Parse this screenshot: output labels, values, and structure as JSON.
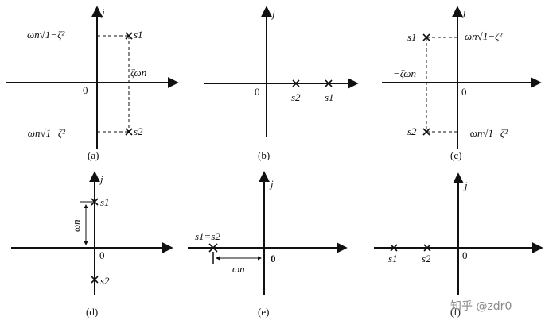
{
  "axis": {
    "imag_label": "j",
    "origin": "0"
  },
  "panel_a": {
    "caption": "(a)",
    "s1": "s1",
    "s2": "s2",
    "top_label": "ωn√1−ζ²",
    "bottom_label": "−ωn√1−ζ²",
    "real_label": "ζωn"
  },
  "panel_b": {
    "caption": "(b)",
    "s1": "s1",
    "s2": "s2"
  },
  "panel_c": {
    "caption": "(c)",
    "s1": "s1",
    "s2": "s2",
    "top_label": "ωn√1−ζ²",
    "bottom_label": "−ωn√1−ζ²",
    "real_label": "−ζωn"
  },
  "panel_d": {
    "caption": "(d)",
    "s1": "s1",
    "s2": "s2",
    "length_label": "ωn"
  },
  "panel_e": {
    "caption": "(e)",
    "pole_label": "s1=s2",
    "length_label": "ωn"
  },
  "panel_f": {
    "caption": "(f)",
    "s1": "s1",
    "s2": "s2"
  },
  "watermark": "知乎 @zdr0"
}
